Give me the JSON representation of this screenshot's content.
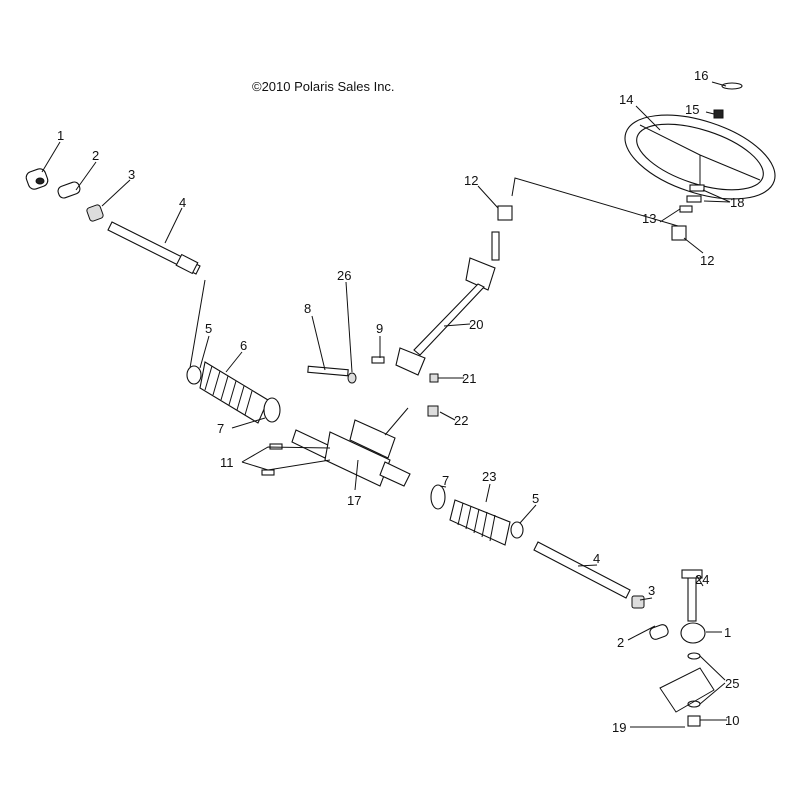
{
  "copyright": "©2010 Polaris Sales Inc.",
  "callouts": [
    "1",
    "2",
    "3",
    "4",
    "5",
    "6",
    "7",
    "8",
    "9",
    "10",
    "11",
    "12",
    "13",
    "14",
    "15",
    "16",
    "17",
    "18",
    "19",
    "20",
    "21",
    "22",
    "23",
    "24",
    "25",
    "26"
  ]
}
